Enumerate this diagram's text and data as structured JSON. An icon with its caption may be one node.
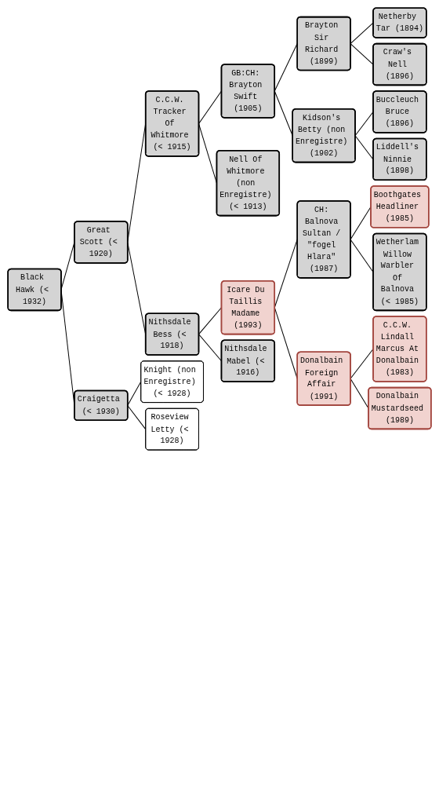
{
  "diagram": {
    "nodes": [
      {
        "text": [
          "Netherby Tar (1894)"
        ]
      },
      {
        "text": [
          "Brayton Sir Richard (1899)"
        ]
      },
      {
        "text": [
          "Craw's Nell (1896)"
        ]
      },
      {
        "text": [
          "GB:CH: Brayton Swift (1905)"
        ]
      },
      {
        "text": [
          "Buccleuch Bruce (1896)"
        ]
      },
      {
        "text": [
          "Kidson's Betty (non Enregistre) (1902)"
        ]
      },
      {
        "text": [
          "Liddell's Ninnie (1898)"
        ]
      },
      {
        "text": [
          "C.C.W. Tracker Of Whitmore (< 1915)"
        ]
      },
      {
        "text": [
          "Nell Of Whitmore (non Enregistre) (< 1913)"
        ]
      },
      {
        "text": [
          "Great Scott (< 1920)"
        ]
      },
      {
        "text": [
          "Boothgates Headliner (1985)"
        ]
      },
      {
        "text": [
          "CH: Balnova Sultan / \"fogel Hlara\" (1987)"
        ]
      },
      {
        "text": [
          "Wetherlam Willow Warbler Of Balnova (< 1985)"
        ]
      },
      {
        "text": [
          "Icare Du Taillis Madame (1993)"
        ]
      },
      {
        "text": [
          "C.C.W. Lindall Marcus At Donalbain (1983)"
        ]
      },
      {
        "text": [
          "Donalbain Foreign Affair (1991)"
        ]
      },
      {
        "text": [
          "Donalbain Mustardseed (1989)"
        ]
      },
      {
        "text": [
          "Nithsdale Bess (< 1918)"
        ]
      },
      {
        "text": [
          "Nithsdale Mabel (< 1916)"
        ]
      },
      {
        "text": [
          "Black Hawk (< 1932)"
        ]
      },
      {
        "text": [
          "Knight (non Enregistre) (< 1928)"
        ]
      },
      {
        "text": [
          "Craigetta (< 1930)"
        ]
      },
      {
        "text": [
          "Roseview Letty (< 1928)"
        ]
      }
    ],
    "edges": [
      {
        "from": 19,
        "to": 9,
        "arrow": "none"
      },
      {
        "from": 19,
        "to": 21,
        "arrow": "none"
      },
      {
        "from": 9,
        "to": 7,
        "arrow": "none"
      },
      {
        "from": 9,
        "to": 17,
        "arrow": "none"
      },
      {
        "from": 7,
        "to": 3,
        "arrow": "none"
      },
      {
        "from": 7,
        "to": 8,
        "arrow": "none"
      },
      {
        "from": 3,
        "to": 1,
        "arrow": "none"
      },
      {
        "from": 3,
        "to": 5,
        "arrow": "none"
      },
      {
        "from": 1,
        "to": 0,
        "arrow": "none"
      },
      {
        "from": 1,
        "to": 2,
        "arrow": "none"
      },
      {
        "from": 5,
        "to": 4,
        "arrow": "none"
      },
      {
        "from": 5,
        "to": 6,
        "arrow": "none"
      },
      {
        "from": 17,
        "to": 13,
        "arrow": "none"
      },
      {
        "from": 17,
        "to": 18,
        "arrow": "none"
      },
      {
        "from": 13,
        "to": 11,
        "arrow": "none"
      },
      {
        "from": 13,
        "to": 15,
        "arrow": "none"
      },
      {
        "from": 11,
        "to": 10,
        "arrow": "none"
      },
      {
        "from": 11,
        "to": 12,
        "arrow": "none"
      },
      {
        "from": 15,
        "to": 14,
        "arrow": "none"
      },
      {
        "from": 15,
        "to": 16,
        "arrow": "none"
      },
      {
        "from": 21,
        "to": 20,
        "arrow": "none"
      },
      {
        "from": 21,
        "to": 22,
        "arrow": "none"
      }
    ]
  }
}
